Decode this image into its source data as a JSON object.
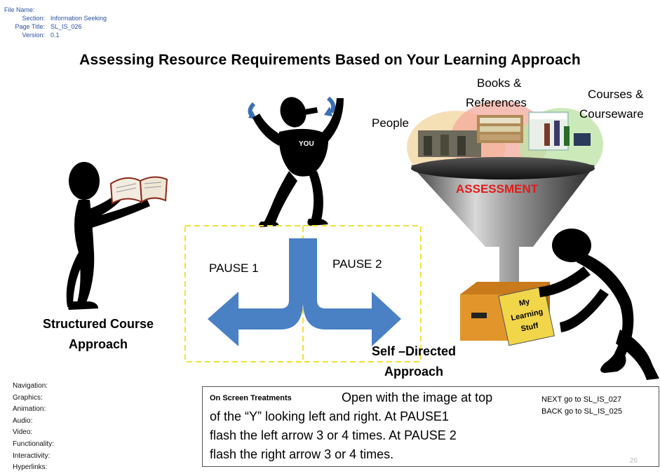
{
  "meta": {
    "file_name_label": "File Name:",
    "section_label": "Section:",
    "section_value": "Information Seeking",
    "page_title_label": "Page Title:",
    "page_title_value": "SL_IS_026",
    "version_label": "Version:",
    "version_value": "0.1"
  },
  "title": "Assessing  Resource Requirements Based on Your Learning Approach",
  "figure": {
    "you_label": "YOU",
    "pause1": "PAUSE 1",
    "pause2": "PAUSE 2",
    "left_caption_line1": "Structured Course",
    "left_caption_line2": "Approach",
    "right_caption_line1": "Self –Directed",
    "right_caption_line2": "Approach",
    "people": "People",
    "books_line1": "Books &",
    "books_line2": "References",
    "courses_line1": "Courses &",
    "courses_line2": "Courseware",
    "assessment": "ASSESSMENT",
    "box_line1": "My",
    "box_line2": "Learning",
    "box_line3": "Stuff",
    "colors": {
      "arrow": "#4a80c4",
      "dashed_box": "#f2e03a",
      "assessment": "#e01b1b",
      "box": "#e2952a",
      "box_label_bg": "#f2d64a"
    }
  },
  "left_list": [
    "Navigation:",
    "Graphics:",
    "Animation:",
    "Audio:",
    "Video:",
    "Functionality:",
    "Interactivity:",
    "Hyperlinks:"
  ],
  "notes": {
    "heading": "On Screen Treatments",
    "line1": "Open with the image at top",
    "line2": "of the “Y” looking left and right.  At PAUSE1",
    "line3": "flash the left arrow 3 or 4 times.  At PAUSE 2",
    "line4": "flash the right arrow 3 or 4 times.",
    "next": "NEXT go to SL_IS_027",
    "back": "BACK go to SL_IS_025",
    "page_number": "26"
  }
}
